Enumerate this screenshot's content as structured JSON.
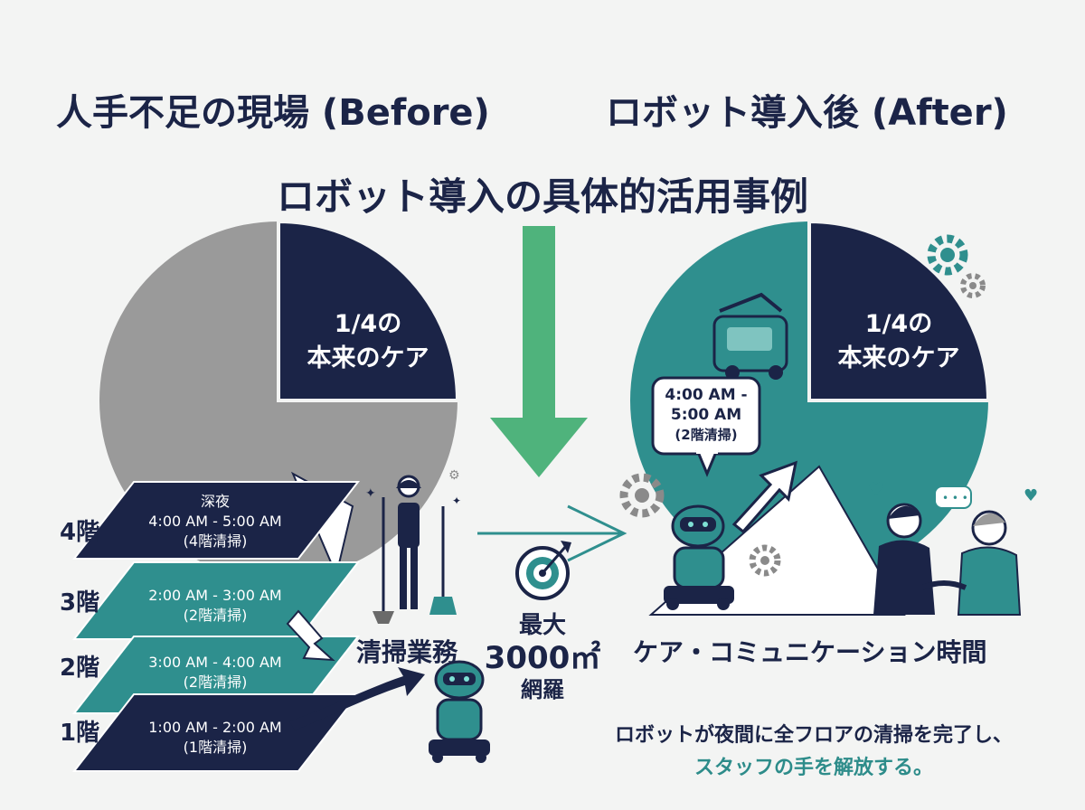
{
  "headings": {
    "before": "人手不足の現場 (Before)",
    "after": "ロボット導入後 (After)",
    "main": "ロボット導入の具体的活用事例"
  },
  "before_pie": {
    "wedge_line1": "1/4の",
    "wedge_line2": "本来のケア"
  },
  "after_pie": {
    "wedge_line1": "1/4の",
    "wedge_line2": "本来のケア"
  },
  "floors": [
    {
      "label": "4階",
      "line1": "深夜",
      "line2": "4:00 AM - 5:00 AM",
      "line3": "(4階清掃)"
    },
    {
      "label": "3階",
      "line1": "2:00 AM - 3:00 AM",
      "line2": "(2階清掃)"
    },
    {
      "label": "2階",
      "line1": "3:00 AM - 4:00 AM",
      "line2": "(2階清掃)"
    },
    {
      "label": "1階",
      "line1": "1:00 AM - 2:00 AM",
      "line2": "(1階清掃)"
    }
  ],
  "cleaning_label": "清掃業務",
  "coverage": {
    "line1": "最大",
    "line2": "3000㎡",
    "line3": "網羅"
  },
  "bubble": {
    "line1": "4:00 AM -",
    "line2": "5:00 AM",
    "line3": "(2階清掃)"
  },
  "care_label": "ケア・コミュニケーション時間",
  "conclusion": {
    "line1": "ロボットが夜間に全フロアの清掃を完了し、",
    "line2": "スタッフの手を解放する。"
  },
  "colors": {
    "navy": "#1b2447",
    "teal": "#2f8f8e",
    "gray": "#9a9a9a",
    "green_arrow": "#4fb37c",
    "accent_teal_text": "#2d8c8a"
  },
  "icons": [
    "gear-icon",
    "target-icon",
    "robot-icon",
    "cleaning-robot-icon",
    "heart-icon",
    "speech-bubble-icon",
    "sparkle-icon"
  ]
}
